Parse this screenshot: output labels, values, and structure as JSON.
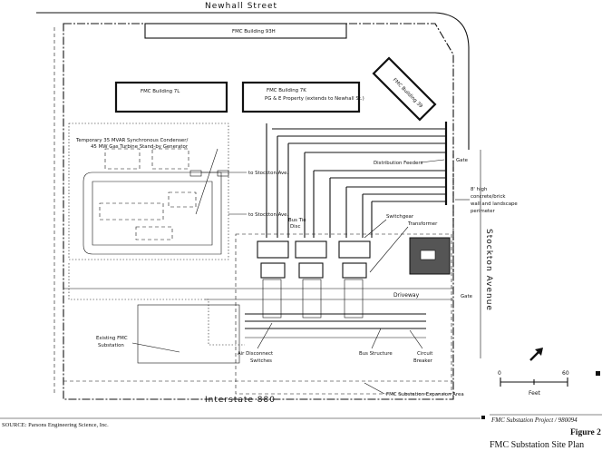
{
  "streets": {
    "north": "Newhall Street",
    "east": "Stockton Avenue",
    "south": "Interstate 880"
  },
  "buildings": {
    "b93h": "FMC Building 93H",
    "b7l": "FMC Building 7L",
    "b7k": "FMC Building 7K",
    "pge": "PG & E Property (extends to Newhall St.)",
    "b39": "FMC Building 39"
  },
  "labels": {
    "condenser": "Temporary 35 MVAR Synchronous Condenser/",
    "turbine": "45 MW Gas Turbine Stand-by Generator",
    "stockton_1": "to Stockton Ave.",
    "stockton_2": "to Stockton Ave.",
    "bus_tie": "Bus Tie",
    "disc": "Disc",
    "distribution_feeders": "Distribution Feeders",
    "gate_1": "Gate",
    "gate_2": "Gate",
    "wall_1": "8' high",
    "wall_2": "concrete/brick",
    "wall_3": "wall and landscape",
    "wall_4": "perimeter",
    "switchgear": "Switchgear",
    "transformer": "Transformer",
    "driveway": "Driveway",
    "existing_1": "Existing FMC",
    "existing_2": "Substation",
    "air_1": "Air Disconnect",
    "air_2": "Switches",
    "bus_structure": "Bus Structure",
    "cb_1": "Circuit",
    "cb_2": "Breaker",
    "expansion": "FMC Substation Expansion Area"
  },
  "scale": {
    "zero": "0",
    "sixty": "60",
    "unit": "Feet"
  },
  "footer": {
    "source": "SOURCE: Parsons Engineering Science, Inc.",
    "project": "FMC Substation Project / 980094",
    "figure": "Figure 2",
    "caption": "FMC Substation Site Plan"
  }
}
